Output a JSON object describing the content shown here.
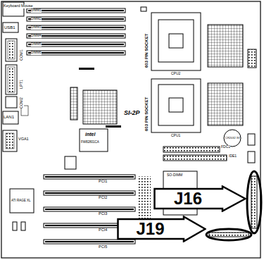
{
  "diagram": {
    "nodes": [
      {
        "text": [
          "J16"
        ]
      },
      {
        "text": [
          "J19"
        ]
      }
    ],
    "labels": [
      "Keyboard Mouse",
      "USB1",
      "COM1",
      "LPT1",
      "COM2",
      "LAN1",
      "VGA1",
      "DIMM1",
      "DIMM2",
      "DIMM3",
      "DIMM4",
      "DIMM5",
      "DIMM6",
      "603 PIN SOCKET",
      "CPU2",
      "603 PIN SOCKET",
      "CPU1",
      "SI-2P",
      "intel",
      "FW82801CA",
      "FDC1",
      "IDE1",
      "CR2032 3V",
      "ATI RAGE XL",
      "PCI1",
      "PCI2",
      "PCI3",
      "PCI4",
      "PCI5",
      "SO-DIMM"
    ]
  }
}
